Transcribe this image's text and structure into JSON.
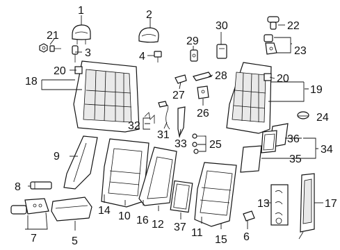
{
  "callouts": [
    "1",
    "2",
    "3",
    "4",
    "5",
    "6",
    "7",
    "8",
    "9",
    "10",
    "11",
    "12",
    "13",
    "14",
    "15",
    "16",
    "17",
    "18",
    "19",
    "20",
    "20",
    "21",
    "22",
    "23",
    "24",
    "25",
    "26",
    "27",
    "28",
    "29",
    "30",
    "31",
    "32",
    "33",
    "34",
    "35",
    "36",
    "37"
  ]
}
